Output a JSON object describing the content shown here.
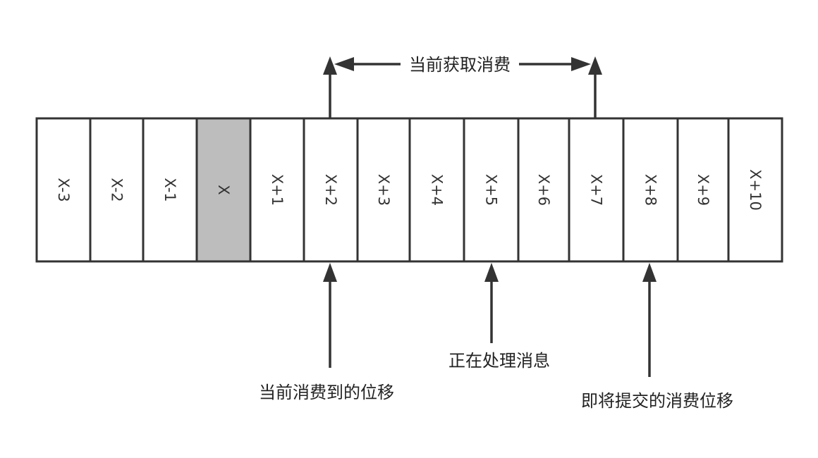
{
  "colors": {
    "stroke": "#333333",
    "highlight_fill": "#bdbdbd",
    "background": "#ffffff"
  },
  "cells": [
    {
      "label": "X-3",
      "highlighted": false
    },
    {
      "label": "X-2",
      "highlighted": false
    },
    {
      "label": "X-1",
      "highlighted": false
    },
    {
      "label": "X",
      "highlighted": true
    },
    {
      "label": "X+1",
      "highlighted": false
    },
    {
      "label": "X+2",
      "highlighted": false
    },
    {
      "label": "X+3",
      "highlighted": false
    },
    {
      "label": "X+4",
      "highlighted": false
    },
    {
      "label": "X+5",
      "highlighted": false
    },
    {
      "label": "X+6",
      "highlighted": false
    },
    {
      "label": "X+7",
      "highlighted": false
    },
    {
      "label": "X+8",
      "highlighted": false
    },
    {
      "label": "X+9",
      "highlighted": false
    },
    {
      "label": "X+10",
      "highlighted": false
    }
  ],
  "labels": {
    "current_fetch": "当前获取消费",
    "current_offset": "当前消费到的位移",
    "processing": "正在处理消息",
    "commit_offset": "即将提交的消费位移"
  }
}
